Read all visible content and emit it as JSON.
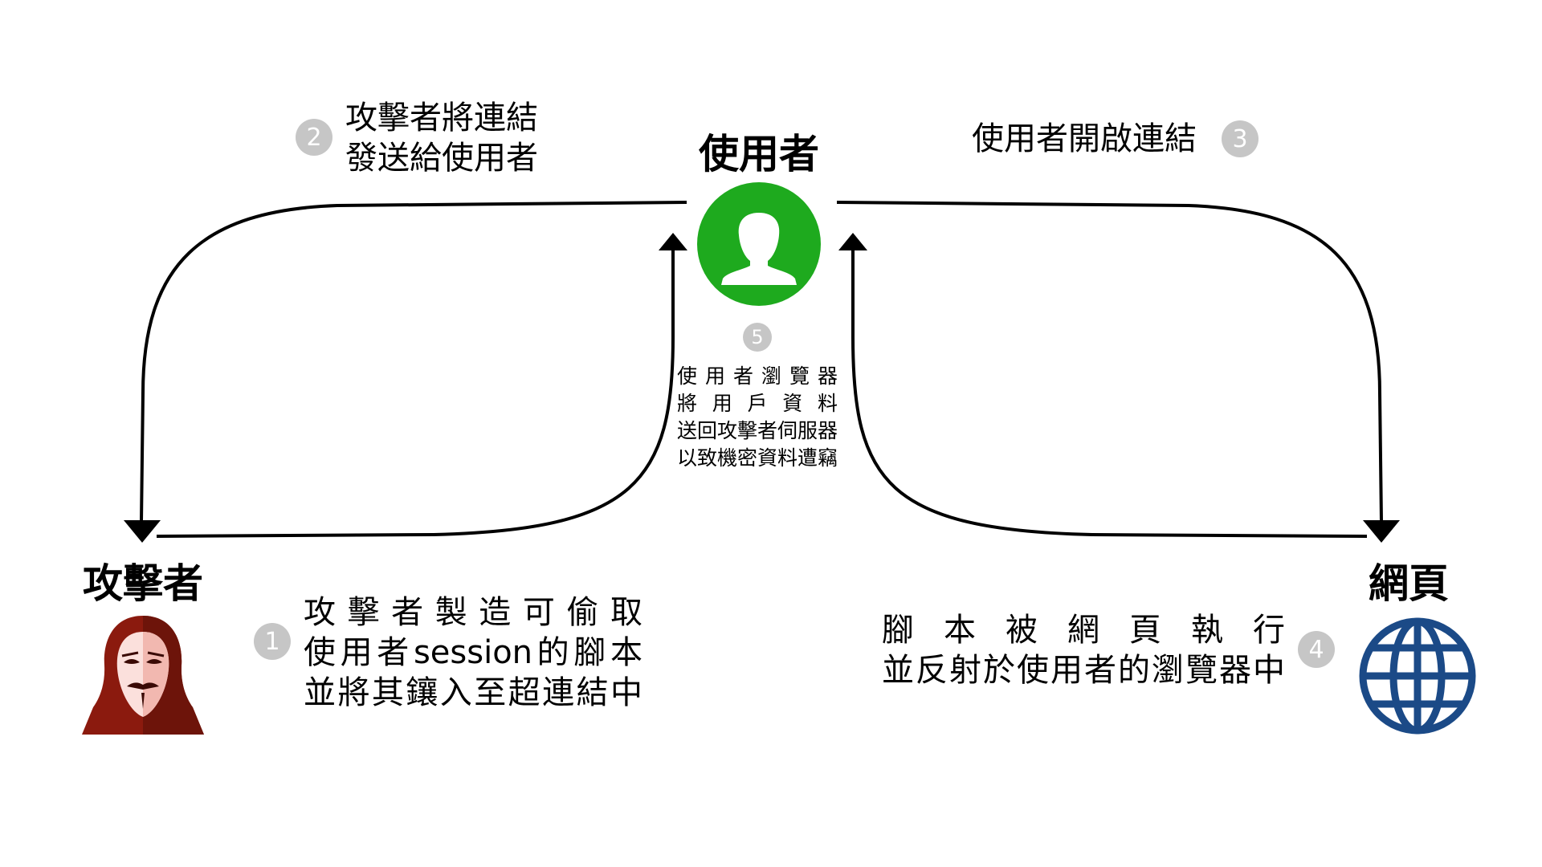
{
  "nodes": {
    "user": {
      "title": "使用者",
      "color": "#1eaa1e"
    },
    "attacker": {
      "title": "攻擊者",
      "color": "#8b1a0e"
    },
    "webpage": {
      "title": "網頁",
      "color": "#1b4a87"
    }
  },
  "steps": [
    {
      "number": "1",
      "lines": [
        "攻擊者製造可偷取",
        "使用者session的腳本",
        "並將其鑲入至超連結中"
      ]
    },
    {
      "number": "2",
      "lines": [
        "攻擊者將連結",
        "發送給使用者"
      ]
    },
    {
      "number": "3",
      "lines": [
        "使用者開啟連結"
      ]
    },
    {
      "number": "4",
      "lines": [
        "腳本被網頁執行",
        "並反射於使用者的瀏覽器中"
      ]
    },
    {
      "number": "5",
      "lines": [
        "使用者瀏覽器",
        "將用戶資料",
        "送回攻擊者伺服器",
        "以致機密資料遭竊"
      ]
    }
  ],
  "icons": {
    "user": "user-avatar-icon",
    "attacker": "hooded-hacker-icon",
    "webpage": "globe-icon"
  },
  "colors": {
    "badge": "#c6c6c6",
    "arrow": "#000000"
  }
}
